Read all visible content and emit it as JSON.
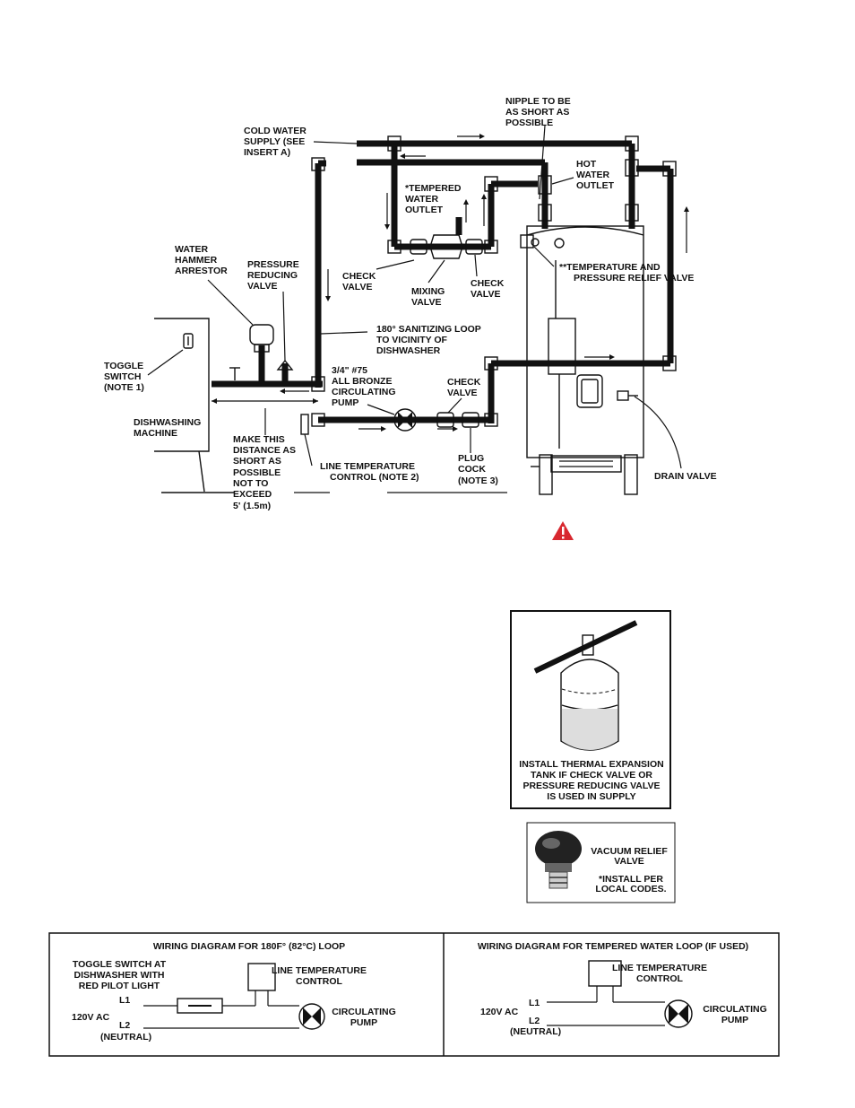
{
  "plumbing": {
    "labels": {
      "nipple": [
        "NIPPLE TO BE",
        "AS SHORT AS",
        "POSSIBLE"
      ],
      "cold_water": [
        "COLD WATER",
        "SUPPLY (SEE",
        "INSERT A)"
      ],
      "hot_water": [
        "HOT",
        "WATER",
        "OUTLET"
      ],
      "tempered": [
        "*TEMPERED",
        "WATER",
        "OUTLET"
      ],
      "water_hammer": [
        "WATER",
        "HAMMER",
        "ARRESTOR"
      ],
      "pressure_reducing": [
        "PRESSURE",
        "REDUCING",
        "VALVE"
      ],
      "check_valve_left": [
        "CHECK",
        "VALVE"
      ],
      "mixing_valve": [
        "MIXING",
        "VALVE"
      ],
      "check_valve_right": [
        "CHECK",
        "VALVE"
      ],
      "temp_pressure_relief": [
        "**TEMPERATURE AND",
        "PRESSURE RELIEF VALVE"
      ],
      "sanitizing_loop": [
        "180° SANITIZING LOOP",
        "TO VICINITY OF",
        "DISHWASHER"
      ],
      "toggle_switch": [
        "TOGGLE",
        "SWITCH",
        "(NOTE 1)"
      ],
      "pump": [
        "3/4\" #75",
        "ALL BRONZE",
        "CIRCULATING",
        "PUMP"
      ],
      "check_valve_pump": [
        "CHECK",
        "VALVE"
      ],
      "dishwashing_machine": [
        "DISHWASHING",
        "MACHINE"
      ],
      "make_distance": [
        "MAKE THIS",
        "DISTANCE AS",
        "SHORT AS",
        "POSSIBLE",
        "NOT TO",
        "EXCEED",
        "5' (1.5m)"
      ],
      "line_temp_control": [
        "LINE TEMPERATURE",
        "CONTROL (NOTE 2)"
      ],
      "plug_cock": [
        "PLUG",
        "COCK",
        "(NOTE 3)"
      ],
      "drain_valve": [
        "DRAIN VALVE"
      ]
    }
  },
  "expansion_tank": {
    "caption": [
      "INSTALL THERMAL EXPANSION",
      "TANK IF CHECK VALVE OR",
      "PRESSURE REDUCING VALVE",
      "IS USED IN SUPPLY"
    ]
  },
  "vacuum_relief": {
    "title": [
      "VACUUM RELIEF",
      "VALVE"
    ],
    "note": [
      "*INSTALL PER",
      "LOCAL CODES."
    ]
  },
  "wiring": {
    "left": {
      "title": "WIRING DIAGRAM FOR 180F° (82°C) LOOP",
      "toggle": [
        "TOGGLE SWITCH AT",
        "DISHWASHER WITH",
        "RED PILOT LIGHT"
      ],
      "ltc": [
        "LINE TEMPERATURE",
        "CONTROL"
      ],
      "pump": [
        "CIRCULATING",
        "PUMP"
      ],
      "l1": "L1",
      "l2": "L2",
      "neutral": "(NEUTRAL)",
      "voltage": "120V AC"
    },
    "right": {
      "title": "WIRING DIAGRAM FOR TEMPERED WATER LOOP (IF USED)",
      "ltc": [
        "LINE TEMPERATURE",
        "CONTROL"
      ],
      "pump": [
        "CIRCULATING",
        "PUMP"
      ],
      "l1": "L1",
      "l2": "L2",
      "neutral": "(NEUTRAL)",
      "voltage": "120V AC"
    }
  },
  "icons": {
    "warning": "warning-triangle-icon"
  },
  "colors": {
    "warning_red": "#d8282f",
    "line": "#111111"
  }
}
